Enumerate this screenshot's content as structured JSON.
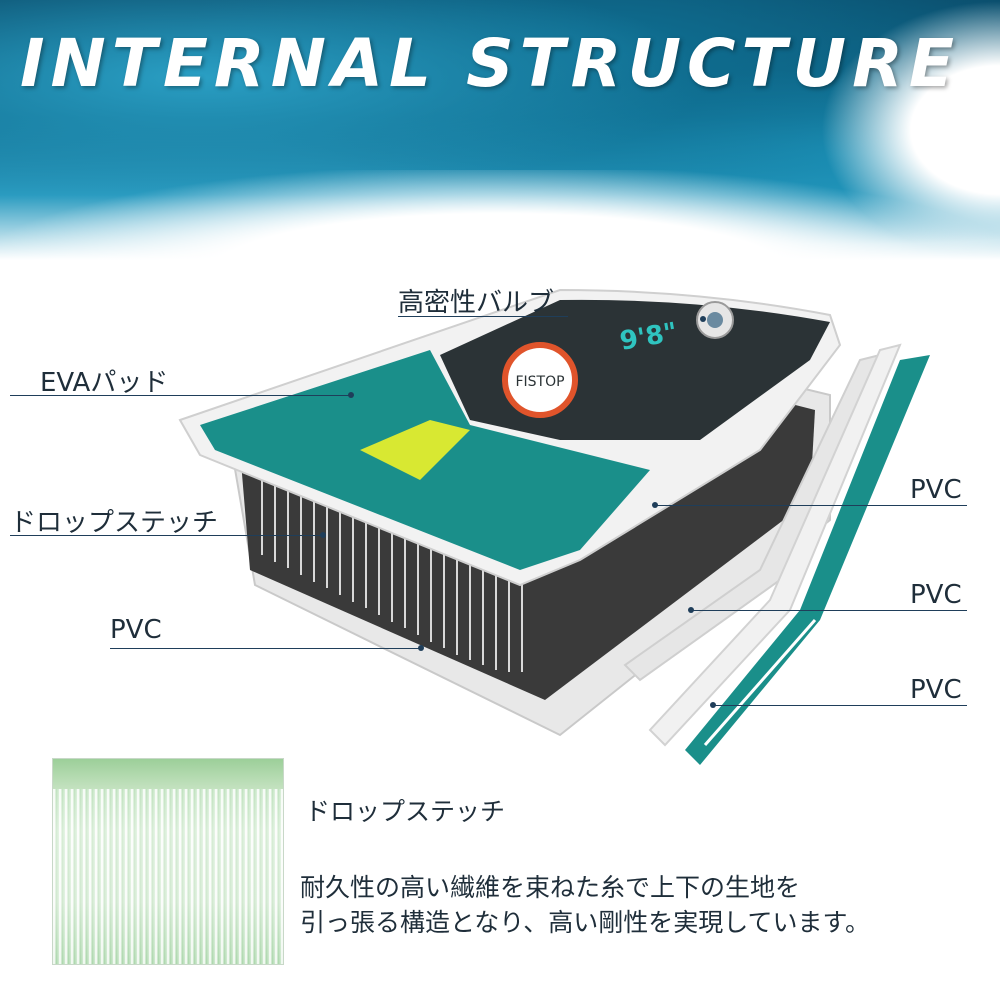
{
  "title": "INTERNAL STRUCTURE",
  "labels": {
    "valve": "高密性バルブ",
    "eva": "EVAパッド",
    "drop_stitch": "ドロップステッチ",
    "pvc_left": "PVC",
    "pvc_1": "PVC",
    "pvc_2": "PVC",
    "pvc_3": "PVC"
  },
  "board": {
    "brand": "FISTOP",
    "size": "9'8\""
  },
  "description": {
    "heading": "ドロップステッチ",
    "line1": "耐久性の高い繊維を束ねた糸で上下の生地を",
    "line2": "引っ張る構造となり、高い剛性を実現しています。"
  },
  "colors": {
    "teal": "#1a8f8a",
    "dark": "#2b3336",
    "lime": "#d8e832",
    "line": "#1f3e5a"
  }
}
